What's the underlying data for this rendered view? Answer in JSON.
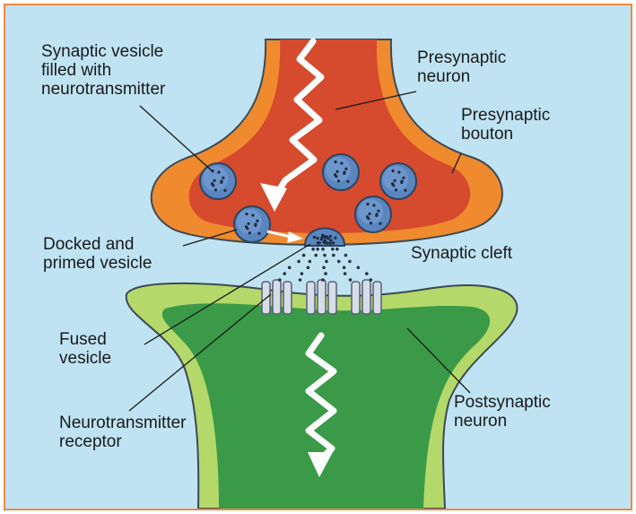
{
  "labels": {
    "synaptic_vesicle": "Synaptic vesicle\nfilled with\nneurotransmitter",
    "presynaptic_neuron": "Presynaptic\nneuron",
    "presynaptic_bouton": "Presynaptic\nbouton",
    "docked_vesicle": "Docked and\nprimed  vesicle",
    "synaptic_cleft": "Synaptic cleft",
    "fused_vesicle": "Fused\nvesicle",
    "receptor": "Neurotransmitter\nreceptor",
    "postsynaptic_neuron": "Postsynaptic\nneuron"
  },
  "colors": {
    "frame_border": "#f08a3c",
    "background": "#bfe3f3",
    "presynaptic_fill": "#d64a2e",
    "presynaptic_rim": "#f08a2e",
    "postsynaptic_fill": "#3a9a48",
    "postsynaptic_rim": "#b4d96a",
    "vesicle_fill": "#5a86c0",
    "signal_arrow": "#ffffff"
  }
}
